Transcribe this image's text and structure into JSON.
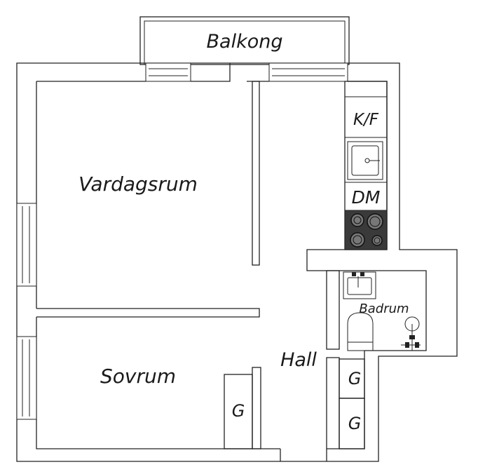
{
  "floorplan": {
    "rooms": {
      "balcony": "Balkong",
      "living_room": "Vardagsrum",
      "bedroom": "Sovrum",
      "hall": "Hall",
      "bathroom": "Badrum"
    },
    "kitchen_labels": {
      "fridge_freezer": "K/F",
      "dishwasher": "DM"
    },
    "wardrobe_label": "G",
    "colors": {
      "line": "#222222",
      "background": "#ffffff",
      "stove": "#3a3a3a"
    }
  }
}
